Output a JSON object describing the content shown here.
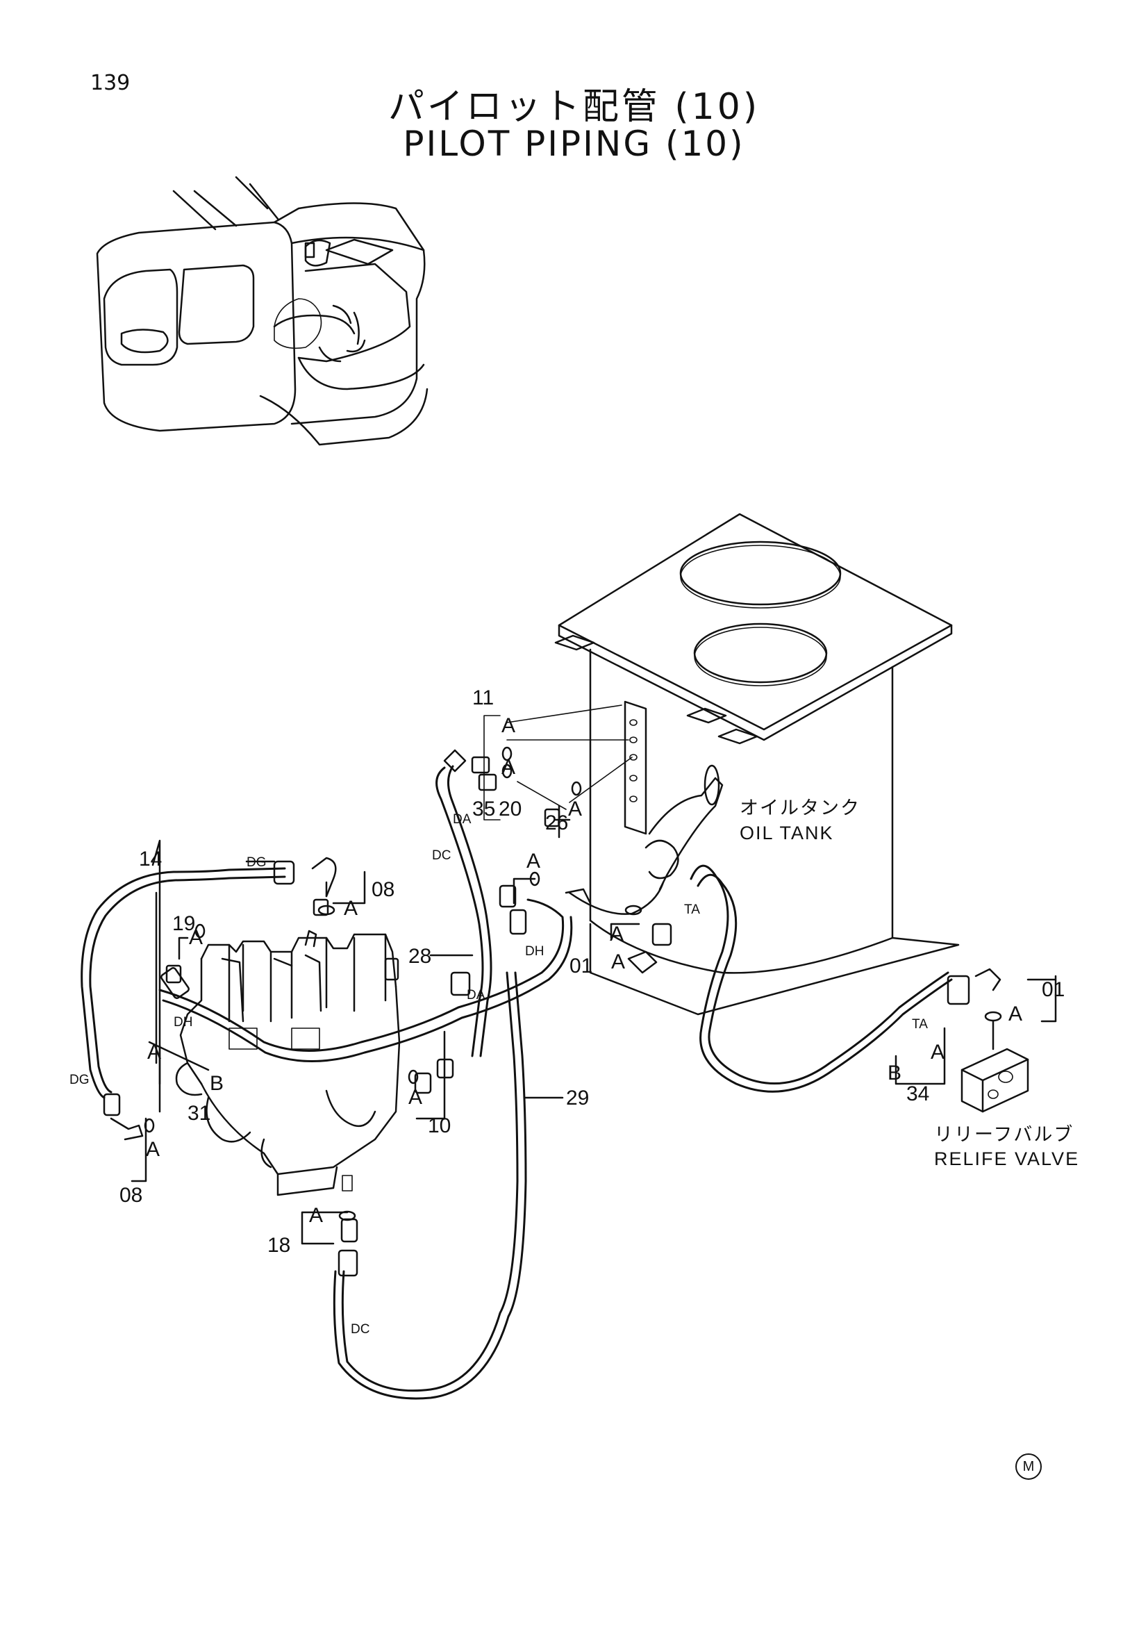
{
  "page_number": "139",
  "title_jp": "パイロット配管 (10)",
  "title_en": "PILOT PIPING (10)",
  "mark": "M",
  "callouts": {
    "c11": "11",
    "c35": "35",
    "c20": "20",
    "c26": "26",
    "c14": "14",
    "c08a": "08",
    "c19": "19",
    "c28": "28",
    "c01a": "01",
    "c01b": "01",
    "c31": "31",
    "c10": "10",
    "c08b": "08",
    "c29": "29",
    "c18": "18",
    "c34": "34"
  },
  "letters": {
    "a1": "A",
    "a2": "A",
    "a3": "A",
    "a4": "A",
    "a5": "A",
    "a6": "A",
    "a7": "A",
    "a8": "A",
    "a9": "A",
    "a10": "A",
    "a11": "A",
    "a12": "A",
    "a13": "A",
    "a14": "A",
    "b1": "B",
    "b2": "B"
  },
  "hose_codes": {
    "dg1": "DG",
    "dg2": "DG",
    "dc1": "DC",
    "dc2": "DC",
    "da1": "DA",
    "da2": "DA",
    "dh1": "DH",
    "dh2": "DH",
    "ta1": "TA",
    "ta2": "TA"
  },
  "component_labels": {
    "oil_tank_jp": "オイルタンク",
    "oil_tank_en": "OIL TANK",
    "relief_valve_jp": "リリーフバルブ",
    "relief_valve_en": "RELIFE VALVE"
  }
}
